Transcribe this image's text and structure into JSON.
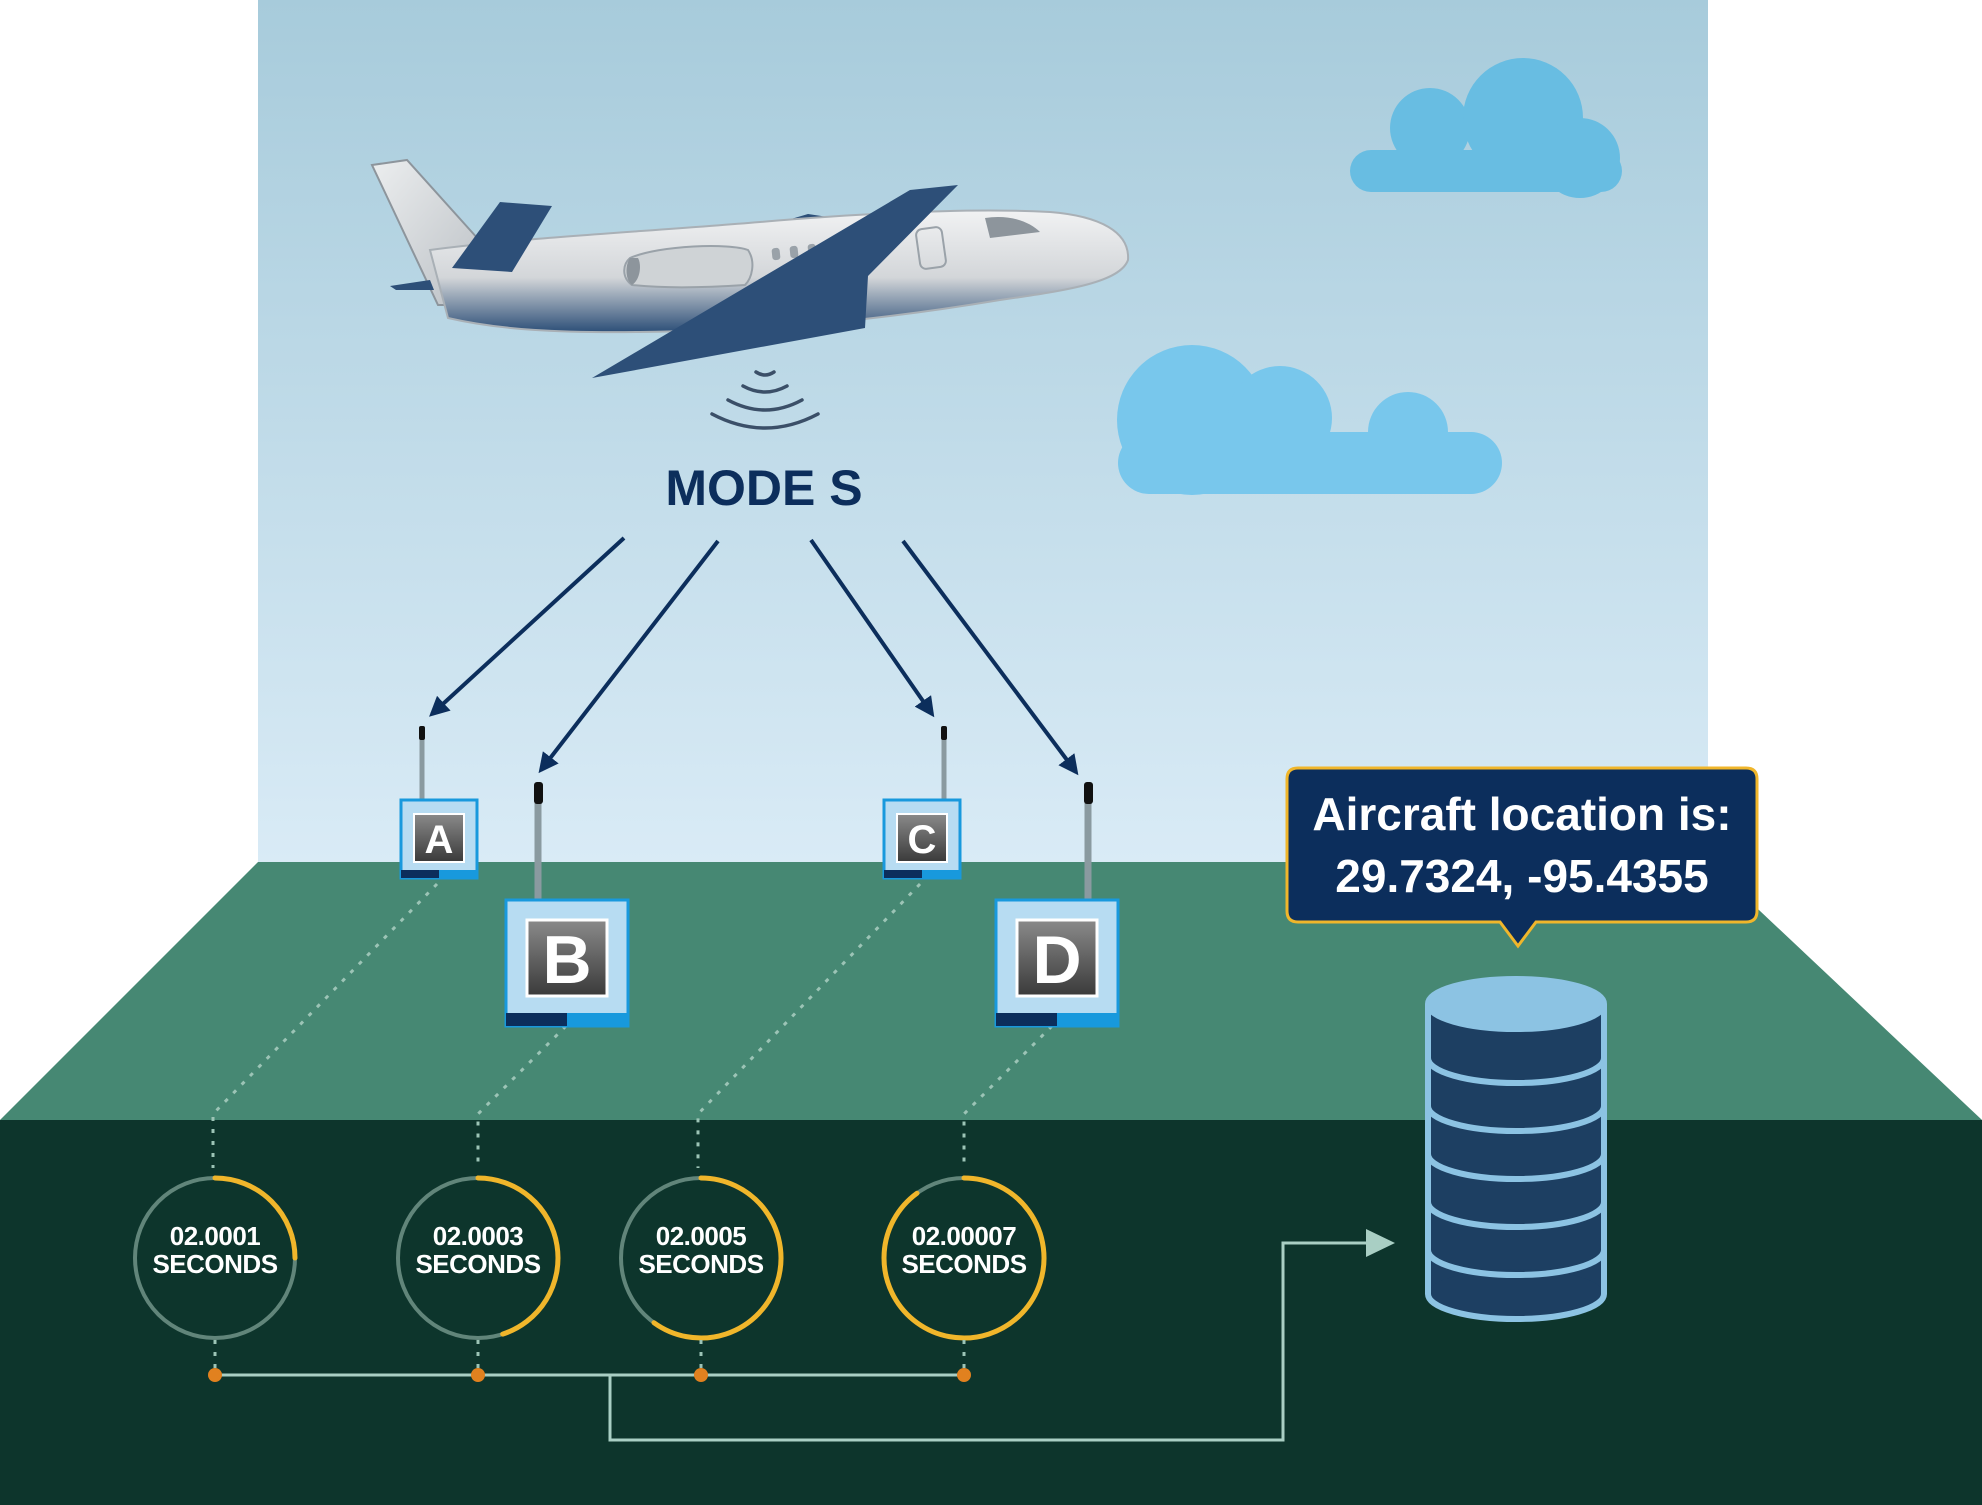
{
  "signal_label": "MODE S",
  "stations": [
    {
      "id": "A",
      "label": "A",
      "size": "small"
    },
    {
      "id": "B",
      "label": "B",
      "size": "large"
    },
    {
      "id": "C",
      "label": "C",
      "size": "small"
    },
    {
      "id": "D",
      "label": "D",
      "size": "large"
    }
  ],
  "timings": [
    {
      "value": "02.0001",
      "unit": "SECONDS",
      "progress": 0.25
    },
    {
      "value": "02.0003",
      "unit": "SECONDS",
      "progress": 0.45
    },
    {
      "value": "02.0005",
      "unit": "SECONDS",
      "progress": 0.6
    },
    {
      "value": "02.00007",
      "unit": "SECONDS",
      "progress": 0.9
    }
  ],
  "callout": {
    "line1": "Aircraft location is:",
    "line2": "29.7324, -95.4355"
  },
  "colors": {
    "sky_top": "#a7cbdb",
    "sky_bottom": "#d9ebf6",
    "ground_top": "#468873",
    "ground_front": "#0d352c",
    "navy": "#0c2e5c",
    "cloud_1": "#68bde2",
    "cloud_2": "#78c7ec",
    "station_blue": "#1899dd",
    "timing_ring_base": "#61857a",
    "timing_ring_accent": "#f0b62b",
    "connector_dot": "#e1811f",
    "callout_border": "#f0b62b",
    "database_body": "#1d3f62",
    "database_outline": "#8cc3e3"
  }
}
